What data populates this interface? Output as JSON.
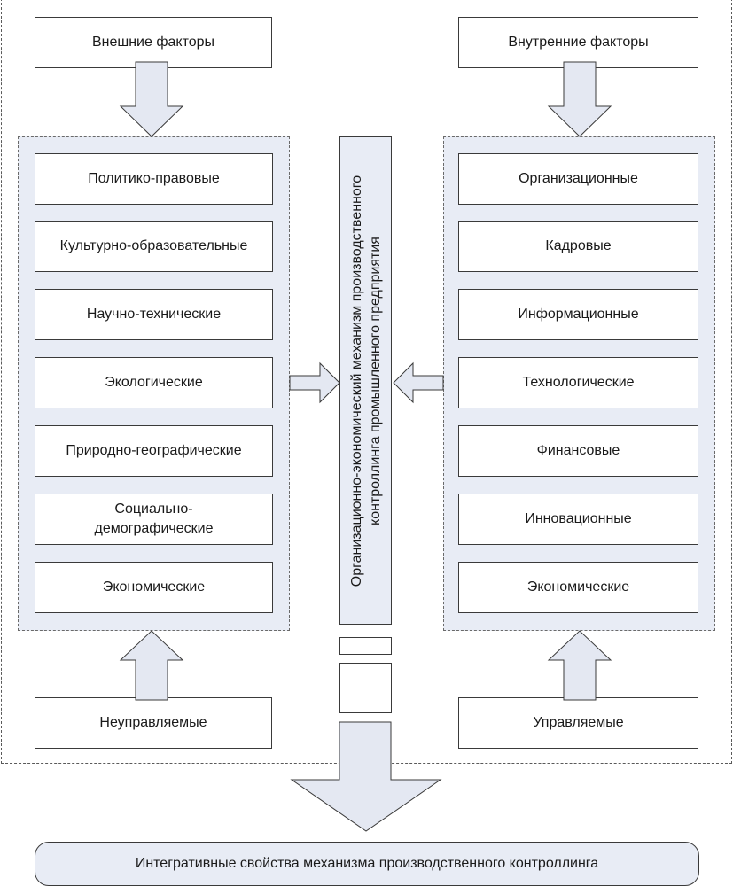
{
  "external_label": "Внешние факторы",
  "internal_label": "Внутренние факторы",
  "external_factors": [
    "Политико-правовые",
    "Культурно-образовательные",
    "Научно-технические",
    "Экологические",
    "Природно-географические",
    "Социально-\nдемографические",
    "Экономические"
  ],
  "internal_factors": [
    "Организационные",
    "Кадровые",
    "Информационные",
    "Технологические",
    "Финансовые",
    "Инновационные",
    "Экономические"
  ],
  "mechanism_label": "Организационно-экономический механизм производственного контроллинга промышленного предприятия",
  "uncontrolled_label": "Неуправляемые",
  "controlled_label": "Управляемые",
  "result_label": "Интегративные свойства механизма производственного контроллинга"
}
